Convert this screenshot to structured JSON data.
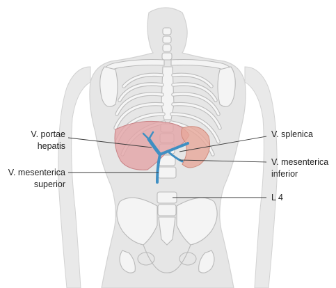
{
  "labels": {
    "portal_vein_line1": "V. portae",
    "portal_vein_line2": "hepatis",
    "splenic_vein": "V. splenica",
    "sup_mesenteric_line1": "V. mesenterica",
    "sup_mesenteric_line2": "superior",
    "inf_mesenteric_line1": "V. mesenterica",
    "inf_mesenteric_line2": "inferior",
    "vertebra": "L 4"
  },
  "colors": {
    "body": "#e6e6e6",
    "body_outline": "#d2d2d2",
    "bone": "#f4f4f4",
    "bone_outline": "#b9b9b9",
    "liver": "#e3a5a7",
    "spleen": "#e7a79a",
    "vein": "#3f8fc3",
    "leader": "#3a3a3a"
  }
}
